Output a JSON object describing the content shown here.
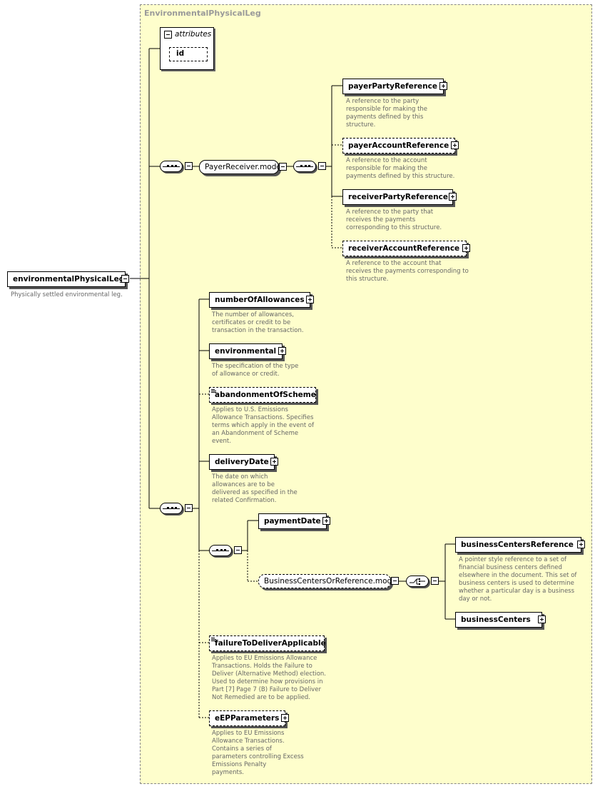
{
  "container_title": "EnvironmentalPhysicalLeg",
  "attributes": {
    "label": "attributes",
    "id": "id"
  },
  "root": {
    "name": "environmentalPhysicalLeg",
    "doc": "Physically settled environmental leg."
  },
  "payer_receiver_model": "PayerReceiver.model",
  "business_centers_model": "BusinessCentersOrReference.model",
  "elements": {
    "payerPartyReference": {
      "name": "payerPartyReference",
      "doc": [
        "A reference to the party",
        "responsible for making the",
        "payments defined by this",
        "structure."
      ]
    },
    "payerAccountReference": {
      "name": "payerAccountReference",
      "doc": [
        "A reference to the account",
        "responsible for making the",
        "payments defined by this structure."
      ]
    },
    "receiverPartyReference": {
      "name": "receiverPartyReference",
      "doc": [
        "A reference to the party that",
        "receives the payments",
        "corresponding to this structure."
      ]
    },
    "receiverAccountReference": {
      "name": "receiverAccountReference",
      "doc": [
        "A reference to the account that",
        "receives the payments corresponding to",
        "this structure."
      ]
    },
    "numberOfAllowances": {
      "name": "numberOfAllowances",
      "doc": [
        "The number of allowances,",
        "certificates or credit to be",
        "transaction in the transaction."
      ]
    },
    "environmental": {
      "name": "environmental",
      "doc": [
        "The specification of the type",
        "of allowance or credit."
      ]
    },
    "abandonmentOfScheme": {
      "name": "abandonmentOfScheme",
      "doc": [
        "Applies to U.S. Emissions",
        "Allowance Transactions. Specifies",
        "terms which apply in the event of",
        "an Abandonment of Scheme",
        "event."
      ]
    },
    "deliveryDate": {
      "name": "deliveryDate",
      "doc": [
        "The date on which",
        "allowances are to be",
        "delivered as specified in the",
        "related Confirmation."
      ]
    },
    "paymentDate": {
      "name": "paymentDate"
    },
    "businessCentersReference": {
      "name": "businessCentersReference",
      "doc": [
        "A pointer style reference to a set of",
        "financial business centers defined",
        "elsewhere in the document. This set of",
        "business centers is used to determine",
        "whether a particular day is a business",
        "day or not."
      ]
    },
    "businessCenters": {
      "name": "businessCenters"
    },
    "failureToDeliverApplicable": {
      "name": "failureToDeliverApplicable",
      "doc": [
        "Applies to EU Emissions Allowance",
        "Transactions. Holds the Failure to",
        "Deliver (Alternative Method) election.",
        "Used to determine how provisions in",
        "Part [7] Page 7 (B) Failure to Deliver",
        "Not Remedied are to be applied."
      ]
    },
    "eEPParameters": {
      "name": "eEPParameters",
      "doc": [
        "Applies to EU Emissions",
        "Allowance Transactions.",
        "Contains a series of",
        "parameters controlling Excess",
        "Emissions Penalty",
        "payments."
      ]
    }
  }
}
